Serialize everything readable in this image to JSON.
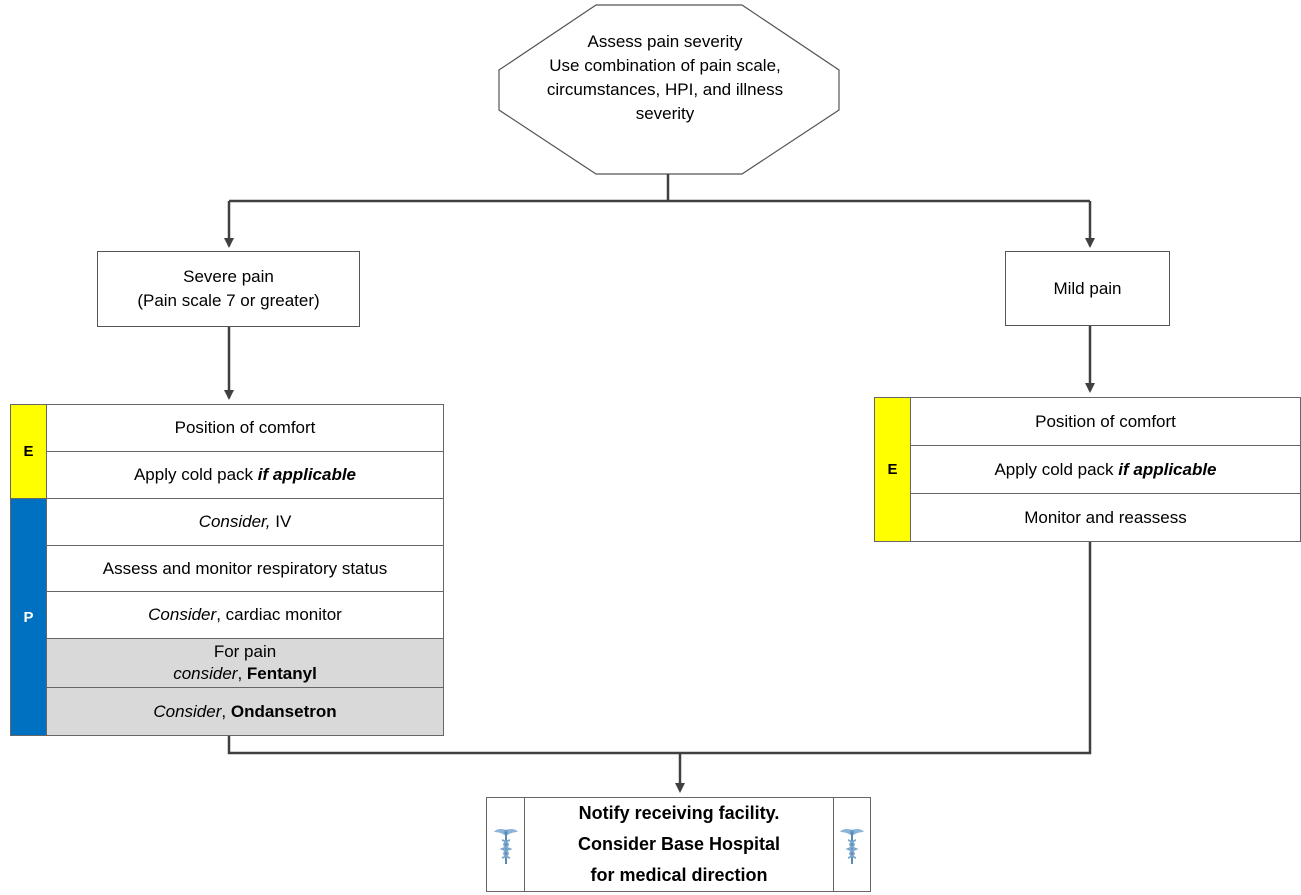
{
  "start": {
    "lines": [
      "Assess pain severity",
      "Use combination of pain scale,",
      "circumstances, HPI, and illness",
      "severity"
    ]
  },
  "severe": {
    "title": "Severe pain",
    "subtitle": "(Pain scale 7 or greater)",
    "e_label": "E",
    "p_label": "P",
    "e_items": {
      "comfort": "Position of comfort",
      "cold_prefix": "Apply cold pack ",
      "cold_emph": "if applicable"
    },
    "p_items": {
      "iv_consider": "Consider,",
      "iv_text": " IV",
      "respiratory": "Assess and monitor respiratory status",
      "cardiac_consider": "Consider",
      "cardiac_text": ", cardiac monitor",
      "pain_line": "For pain",
      "fent_consider": "consider",
      "fent_sep": ", ",
      "fent_drug": "Fentanyl",
      "ond_consider": "Consider",
      "ond_sep": ", ",
      "ond_drug": "Ondansetron"
    }
  },
  "mild": {
    "title": "Mild pain",
    "e_label": "E",
    "items": {
      "comfort": "Position of comfort",
      "cold_prefix": "Apply cold pack ",
      "cold_emph": "if applicable",
      "monitor": "Monitor and reassess"
    }
  },
  "notify": {
    "lines": [
      "Notify receiving facility.",
      "Consider Base Hospital",
      "for medical direction"
    ],
    "icon_left": "caduceus-icon",
    "icon_right": "caduceus-icon"
  },
  "colors": {
    "emt": "#ffff00",
    "paramedic": "#0070c0",
    "medication": "#d9d9d9",
    "connector": "#404040"
  }
}
